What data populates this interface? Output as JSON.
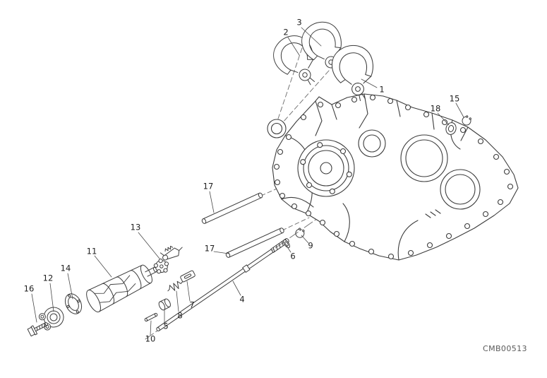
{
  "diagram": {
    "drawing_code": "CMB00513",
    "callouts": [
      {
        "label": "2"
      },
      {
        "label": "3"
      },
      {
        "label": "1"
      },
      {
        "label": "15"
      },
      {
        "label": "18"
      },
      {
        "label": "17"
      },
      {
        "label": "17"
      },
      {
        "label": "13"
      },
      {
        "label": "11"
      },
      {
        "label": "14"
      },
      {
        "label": "12"
      },
      {
        "label": "16"
      },
      {
        "label": "9"
      },
      {
        "label": "6"
      },
      {
        "label": "7"
      },
      {
        "label": "8"
      },
      {
        "label": "5"
      },
      {
        "label": "10"
      },
      {
        "label": "4"
      }
    ]
  },
  "colors": {
    "line": "#3c3c3c",
    "leader_line": "#4a4a4a",
    "dashed_axis": "#6a6a6a",
    "background": "#ffffff",
    "callout_text": "#1f1f1f",
    "code_text": "#5a5a5a"
  }
}
